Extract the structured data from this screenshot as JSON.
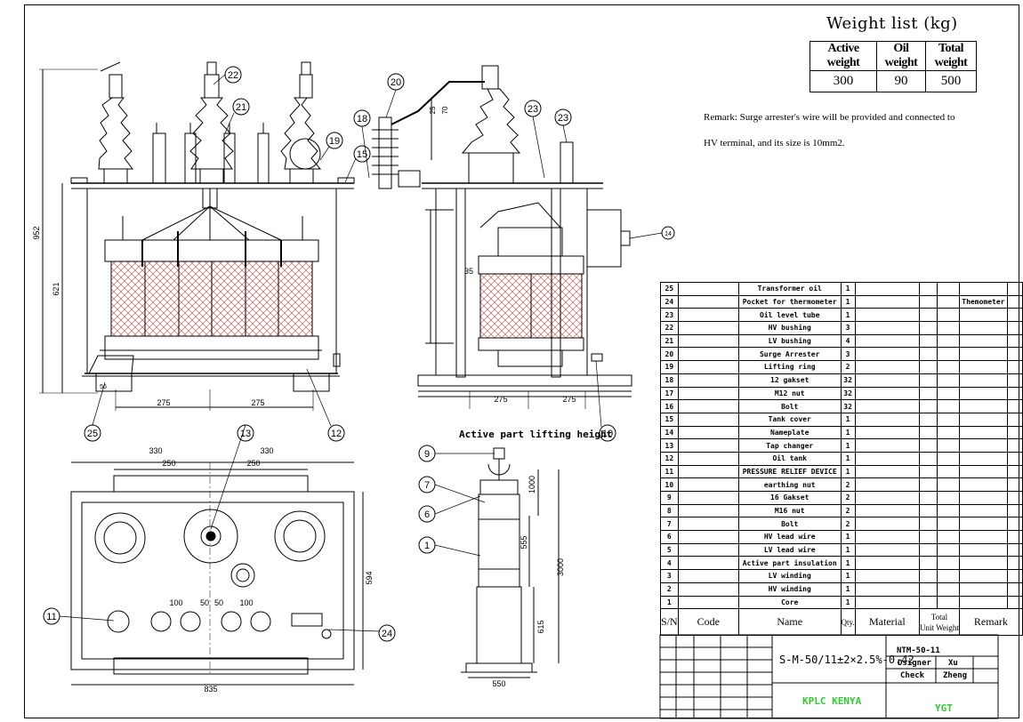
{
  "weight_list": {
    "title": "Weight list (kg)",
    "headers": [
      "Active weight",
      "Oil weight",
      "Total weight"
    ],
    "values": [
      "300",
      "90",
      "500"
    ]
  },
  "remark": {
    "line1": "Remark: Surge arrester's wire will be provided and connected to",
    "line2": "HV terminal, and its size is 10mm2."
  },
  "parts_list": [
    {
      "sn": "25",
      "name": "Transformer oil",
      "qty": "1",
      "remark": ""
    },
    {
      "sn": "24",
      "name": "Pocket for thermometer",
      "qty": "1",
      "remark": "Themometer"
    },
    {
      "sn": "23",
      "name": "Oil level tube",
      "qty": "1",
      "remark": ""
    },
    {
      "sn": "22",
      "name": "HV bushing",
      "qty": "3",
      "remark": ""
    },
    {
      "sn": "21",
      "name": "LV bushing",
      "qty": "4",
      "remark": ""
    },
    {
      "sn": "20",
      "name": "Surge Arrester",
      "qty": "3",
      "remark": ""
    },
    {
      "sn": "19",
      "name": "Lifting ring",
      "qty": "2",
      "remark": ""
    },
    {
      "sn": "18",
      "name": "12 gakset",
      "qty": "32",
      "remark": ""
    },
    {
      "sn": "17",
      "name": "M12 nut",
      "qty": "32",
      "remark": ""
    },
    {
      "sn": "16",
      "name": "Bolt",
      "qty": "32",
      "remark": ""
    },
    {
      "sn": "15",
      "name": "Tank cover",
      "qty": "1",
      "remark": ""
    },
    {
      "sn": "14",
      "name": "Nameplate",
      "qty": "1",
      "remark": ""
    },
    {
      "sn": "13",
      "name": "Tap changer",
      "qty": "1",
      "remark": ""
    },
    {
      "sn": "12",
      "name": "Oil tank",
      "qty": "1",
      "remark": ""
    },
    {
      "sn": "11",
      "name": "PRESSURE RELIEF DEVICE",
      "qty": "1",
      "remark": ""
    },
    {
      "sn": "10",
      "name": "earthing nut",
      "qty": "2",
      "remark": ""
    },
    {
      "sn": "9",
      "name": "16 Gakset",
      "qty": "2",
      "remark": ""
    },
    {
      "sn": "8",
      "name": "M16 nut",
      "qty": "2",
      "remark": ""
    },
    {
      "sn": "7",
      "name": "Bolt",
      "qty": "2",
      "remark": ""
    },
    {
      "sn": "6",
      "name": "HV lead wire",
      "qty": "1",
      "remark": ""
    },
    {
      "sn": "5",
      "name": "LV lead wire",
      "qty": "1",
      "remark": ""
    },
    {
      "sn": "4",
      "name": "Active part insulation",
      "qty": "1",
      "remark": ""
    },
    {
      "sn": "3",
      "name": "LV winding",
      "qty": "1",
      "remark": ""
    },
    {
      "sn": "2",
      "name": "HV winding",
      "qty": "1",
      "remark": ""
    },
    {
      "sn": "1",
      "name": "Core",
      "qty": "1",
      "remark": ""
    }
  ],
  "parts_header": {
    "sn": "S/N",
    "code": "Code",
    "name": "Name",
    "qty": "Qty.",
    "material": "Material",
    "unit_weight": "Unit Weight",
    "total_weight": "Total",
    "remark": "Remark"
  },
  "title_block": {
    "model": "S-M-50/11±2×2.5%-0.42",
    "drawing_no": "NTM-50-11",
    "designer_label": "Dsigner",
    "designer": "Xu",
    "check_label": "Check",
    "checker": "Zheng",
    "client": "KPLC KENYA",
    "company": "YGT"
  },
  "caption": "Active part lifting height",
  "dimensions": {
    "height_total": "952",
    "height_tank": "621",
    "d56": "56",
    "left_275a": "275",
    "left_275b": "275",
    "mid_275a": "275",
    "mid_275b": "275",
    "d35": "35",
    "d25": "25",
    "d70": "70",
    "top_330a": "330",
    "top_330b": "330",
    "top_250a": "250",
    "top_250b": "250",
    "d594": "594",
    "d100a": "100",
    "d50a": "50",
    "d50b": "50",
    "d100b": "100",
    "d835": "835",
    "d1000": "1000",
    "d555": "555",
    "d3000": "3000",
    "d615": "615",
    "d550": "550"
  },
  "balloons": [
    "22",
    "21",
    "19",
    "15",
    "25",
    "12",
    "20",
    "18",
    "23",
    "23",
    "14",
    "10",
    "13",
    "11",
    "24",
    "9",
    "7",
    "6",
    "1"
  ],
  "colors": {
    "winding_hatch": "#e0413a",
    "green_text": "#2ecc2e"
  }
}
